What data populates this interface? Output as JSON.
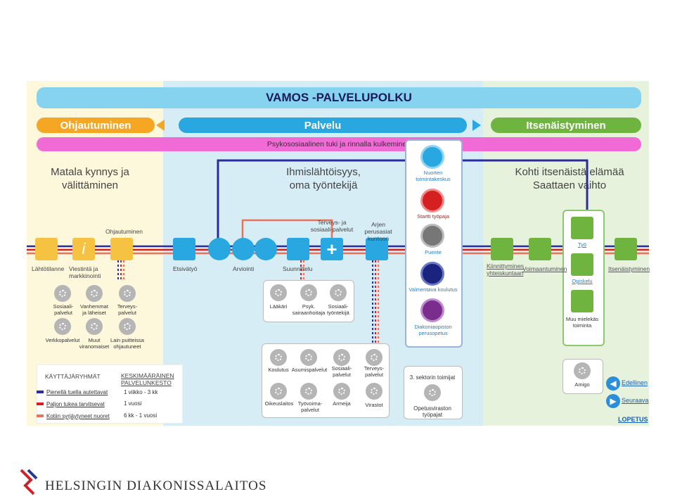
{
  "title": "VAMOS -PALVELUPOLKU",
  "phases": {
    "left": "Ohjautuminen",
    "center": "Palvelu",
    "right": "Itsenäistyminen"
  },
  "banner": "Psykososiaalinen tuki ja rinnalla kulkeminen",
  "headings": {
    "left": [
      "Matala kynnys ja",
      "välittäminen"
    ],
    "center": [
      "Ihmislähtöisyys,",
      "oma työntekijä"
    ],
    "right": [
      "Kohti itsenäistä elämää",
      "Saattaen vaihto"
    ]
  },
  "nodes": {
    "lahtotilanne": "Lähtötilanne",
    "viestinta": "Viestintä ja markkinointi",
    "ohjautuminen": "Ohjautuminen",
    "etsivatyo": "Etsivätyö",
    "arviointi": "Arviointi",
    "suunnittelu": "Suunnittelu",
    "terveys_sos": "Terveys- ja sosiaali-palvelut",
    "arjen": "Arjen perusasiat kuntoon",
    "nuorten": "Nuorten toimintakeskus",
    "startti": "Startti työpaja",
    "puente": "Puente",
    "valmentava": "Valmentava koulutus",
    "diakonia": "Diakoniaopiston perusopetus",
    "kiinnittyminen": "Kiinnittyminen yhteiskuntaan",
    "voimaantuminen": "Voimaantuminen",
    "tyo": "Työ",
    "opiskelu": "Opiskelu",
    "muu": "Muu mielekäs toiminta",
    "itsenaistyminen": "Itsenäistyminen"
  },
  "left_services": [
    "Sosiaali-palvelut",
    "Vanhemmat ja läheiset",
    "Terveys-palvelut",
    "Verkkopalvelut",
    "Muut viranomaiset",
    "Lain puitteissa ohjautuneet"
  ],
  "mid_services": [
    "Lääkäri",
    "Psyk. sairaanhoitaja",
    "Sosiaali-työntekijä"
  ],
  "bottom_services": [
    "Koulutus",
    "Asumispalvelut",
    "Sosiaali-palvelut",
    "Terveys-palvelut",
    "Oikeuslaitos",
    "Työvoima-palvelut",
    "Armeija",
    "Virastot"
  ],
  "third_sector": "3. sektorin toimijat",
  "opetusvirasto": "Opetusviraston työpajat",
  "amigo": "Amigo",
  "legend": {
    "title": "KÄYTTÄJÄRYHMÄT",
    "duration_title": "KESKIMÄÄRÄINEN PALVELUNKESTO",
    "rows": [
      {
        "label": "Pienellä tuella autettavat",
        "duration": "1 viikko - 3 kk",
        "color": "#2b2ba0"
      },
      {
        "label": "Paljon tukea tarvitsevat",
        "duration": "1 vuosi",
        "color": "#d42020"
      },
      {
        "label": "Kotiin syrjäytyneet nuoret",
        "duration": "6 kk - 1 vuosi",
        "color": "#e8735a"
      }
    ]
  },
  "nav": {
    "prev": "Edellinen",
    "next": "Seuraava",
    "end": "LOPETUS"
  },
  "footer": "HELSINGIN DIAKONISSALAITOS",
  "colors": {
    "left_bg": "#fdf7dc",
    "center_bg": "#d6edf6",
    "right_bg": "#e6f2dc",
    "orange": "#f5a623",
    "blue": "#29a7e1",
    "green": "#6fb43f",
    "pink": "#f06bd6",
    "navy": "#2b2ba0",
    "red": "#d42020"
  }
}
